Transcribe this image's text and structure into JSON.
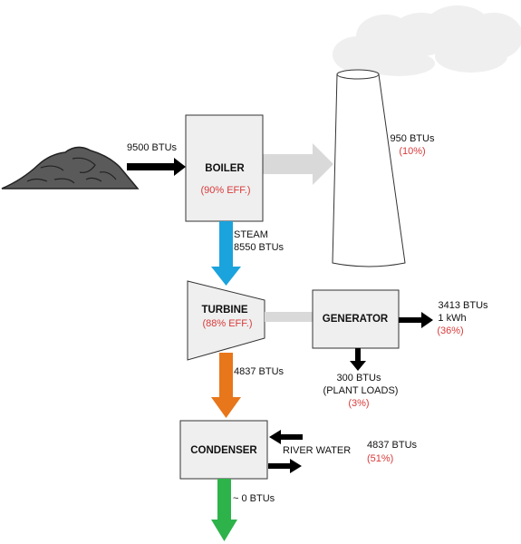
{
  "boiler": {
    "title": "BOILER",
    "efficiency": "(90% EFF.)"
  },
  "turbine": {
    "title": "TURBINE",
    "efficiency": "(88% EFF.)"
  },
  "generator": {
    "title": "GENERATOR"
  },
  "condenser": {
    "title": "CONDENSER"
  },
  "coal_input": {
    "value": "9500 BTUs"
  },
  "stack_loss": {
    "value": "950 BTUs",
    "percent": "(10%)"
  },
  "steam": {
    "label": "STEAM",
    "value": "8550 BTUs"
  },
  "turbine_exhaust": {
    "value": "4837 BTUs"
  },
  "generator_output": {
    "btu": "3413 BTUs",
    "kwh": "1 kWh",
    "percent": "(36%)"
  },
  "plant_loads": {
    "value": "300 BTUs",
    "label": "(PLANT LOADS)",
    "percent": "(3%)"
  },
  "river_water": {
    "label": "RIVER WATER",
    "value": "4837 BTUs",
    "percent": "(51%)"
  },
  "condenser_out": {
    "value": "~ 0 BTUs"
  },
  "colors": {
    "steam_arrow": "#1aa3dc",
    "exhaust_arrow": "#e8761a",
    "outflow_arrow": "#2db34a",
    "loss_arrow": "#d9d9d9",
    "box_fill": "#efefef",
    "highlight": "#d93a3a"
  }
}
